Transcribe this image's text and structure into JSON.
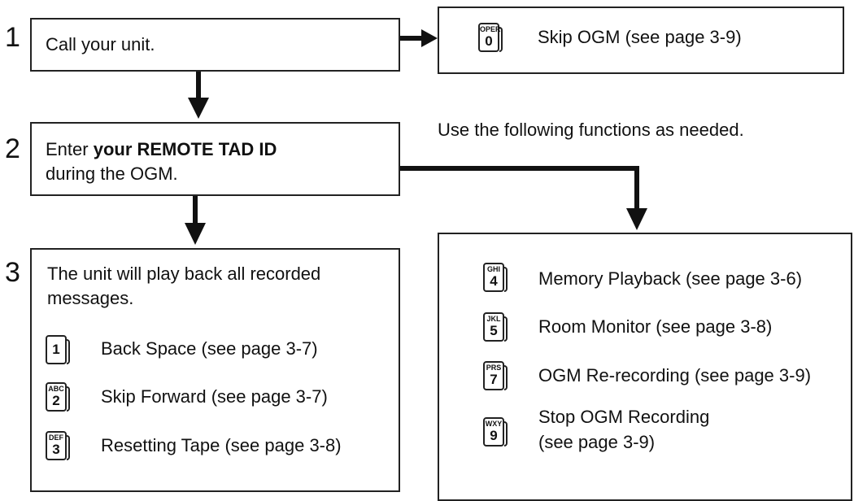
{
  "steps": {
    "s1": {
      "num": "1",
      "text": "Call your unit."
    },
    "s2": {
      "num": "2",
      "text_pre": "Enter ",
      "text_bold": "your REMOTE TAD ID",
      "text_post": "during the OGM."
    },
    "s3": {
      "num": "3",
      "text": "The unit will play back all recorded messages."
    }
  },
  "skip_box": {
    "key_top": "OPER",
    "key_digit": "0",
    "label": "Skip OGM (see page 3-9)"
  },
  "functions_note": "Use the following functions as needed.",
  "step3_keys": [
    {
      "key_top": "",
      "key_digit": "1",
      "label": "Back Space (see page 3-7)"
    },
    {
      "key_top": "ABC",
      "key_digit": "2",
      "label": "Skip Forward (see page 3-7)"
    },
    {
      "key_top": "DEF",
      "key_digit": "3",
      "label": "Resetting Tape (see page 3-8)"
    }
  ],
  "function_keys": [
    {
      "key_top": "GHI",
      "key_digit": "4",
      "label": "Memory Playback (see page 3-6)"
    },
    {
      "key_top": "JKL",
      "key_digit": "5",
      "label": "Room Monitor (see page 3-8)"
    },
    {
      "key_top": "PRS",
      "key_digit": "7",
      "label": "OGM Re-recording (see page 3-9)"
    },
    {
      "key_top": "WXY",
      "key_digit": "9",
      "label": "Stop OGM Recording",
      "label2": "(see page 3-9)"
    }
  ]
}
